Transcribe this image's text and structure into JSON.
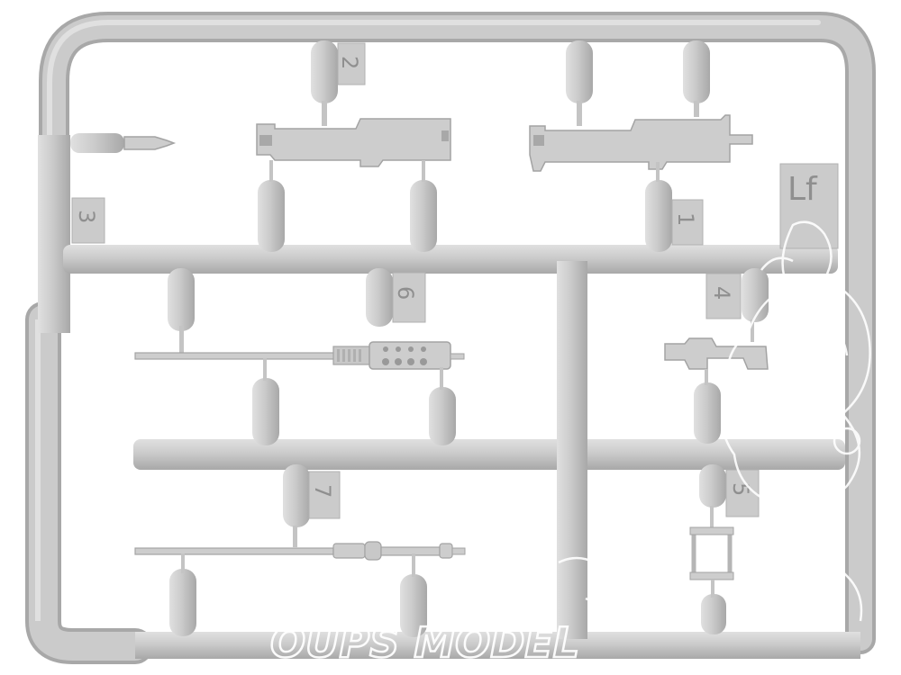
{
  "sprue": {
    "frame_code": "Lf",
    "part_numbers": [
      "1",
      "2",
      "3",
      "4",
      "5",
      "6",
      "7"
    ],
    "colors": {
      "plastic": "#c9c9c9",
      "plastic_shadow": "#a9a9a9",
      "plastic_highlight": "#e2e2e2",
      "background": "#ffffff"
    }
  },
  "watermark": {
    "text": "OUPS MODEL"
  }
}
